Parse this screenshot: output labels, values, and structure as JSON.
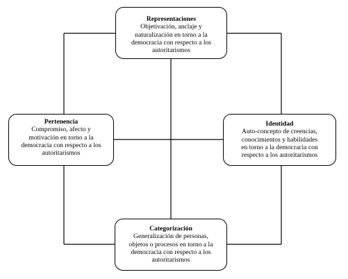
{
  "diagram": {
    "nodes": {
      "top": {
        "title": "Representaciones",
        "lines": [
          "Objetivación, anclaje y",
          "naturalización en torno a la",
          "democracia con respecto a los",
          "autoritarismos"
        ]
      },
      "left": {
        "title": "Pertenencia",
        "lines": [
          "Compromiso, afecto y",
          "motivación en torno a la",
          "democracia con respecto a los",
          "autoritarismos"
        ]
      },
      "right": {
        "title": "Identidad",
        "lines": [
          "Auto-concepto de creencias,",
          "conocimientos y habilidades",
          "en torno a la democracia con",
          "respecto a los autoritarismos"
        ]
      },
      "bottom": {
        "title": "Categorización",
        "lines": [
          "Generalización de personas,",
          "objetos o procesos en torno a la",
          "democracia con respecto a los",
          "autoritarismos"
        ]
      }
    },
    "colors": {
      "stroke": "#000000",
      "background": "#ffffff"
    }
  }
}
